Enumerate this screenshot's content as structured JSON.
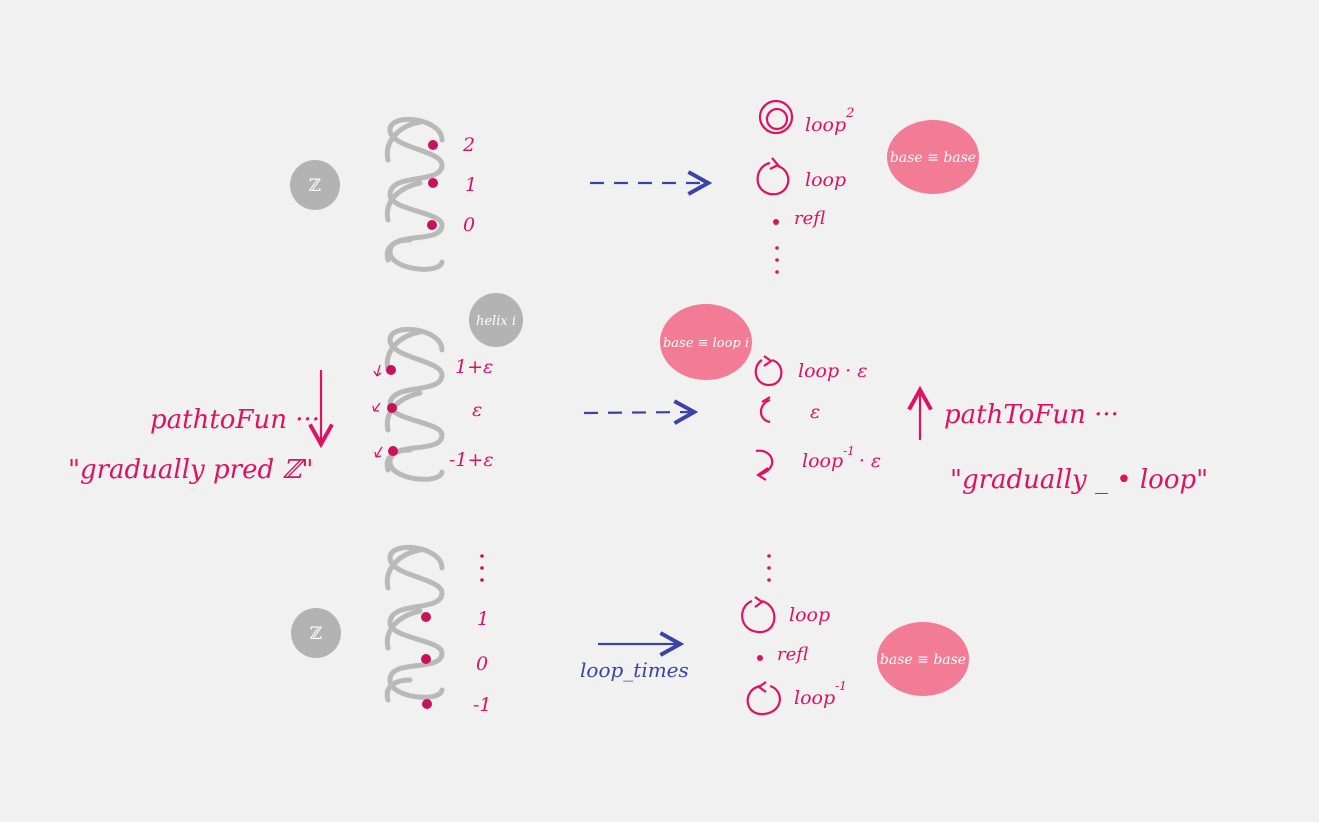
{
  "colors": {
    "background": "#f1f1f1",
    "helix_gray": "#b9b9b9",
    "point_red": "#c8125a",
    "ink_red": "#e0115f",
    "ink_blue": "#3a44a8",
    "badge_pink": "#f27b95",
    "badge_gray": "#b3b3b3"
  },
  "top": {
    "z_badge": "ℤ",
    "helix_labels": [
      "2",
      "1",
      "0"
    ],
    "loop_labels": [
      "loop²",
      "loop",
      "refl"
    ],
    "loop_label_main": "loop",
    "loop_label_sup": "2",
    "base_badge": "base ≡ base"
  },
  "middle": {
    "helix_badge": "helix i",
    "helix_labels": [
      "1+ε",
      "ε",
      "-1+ε"
    ],
    "base_badge": "base ≡ loop i",
    "loop_row1": "loop · ε",
    "loop_row2": "ε",
    "loop_row3_main": "loop",
    "loop_row3_sup": "-1",
    "loop_row3_tail": "· ε",
    "left_note_line1": "pathtoFun ···",
    "left_note_line2": "\"gradually  pred ℤ\"",
    "right_note_line1": "pathToFun ···",
    "right_note_line2": "\"gradually  _ • loop\""
  },
  "bottom": {
    "z_badge": "ℤ",
    "helix_labels": [
      "1",
      "0",
      "-1"
    ],
    "arrow_label": "loop_times",
    "loop_labels": [
      "loop",
      "refl",
      "loop⁻¹"
    ],
    "loop_label_main": "loop",
    "loop_label_sup": "-1",
    "base_badge": "base ≡ base"
  }
}
